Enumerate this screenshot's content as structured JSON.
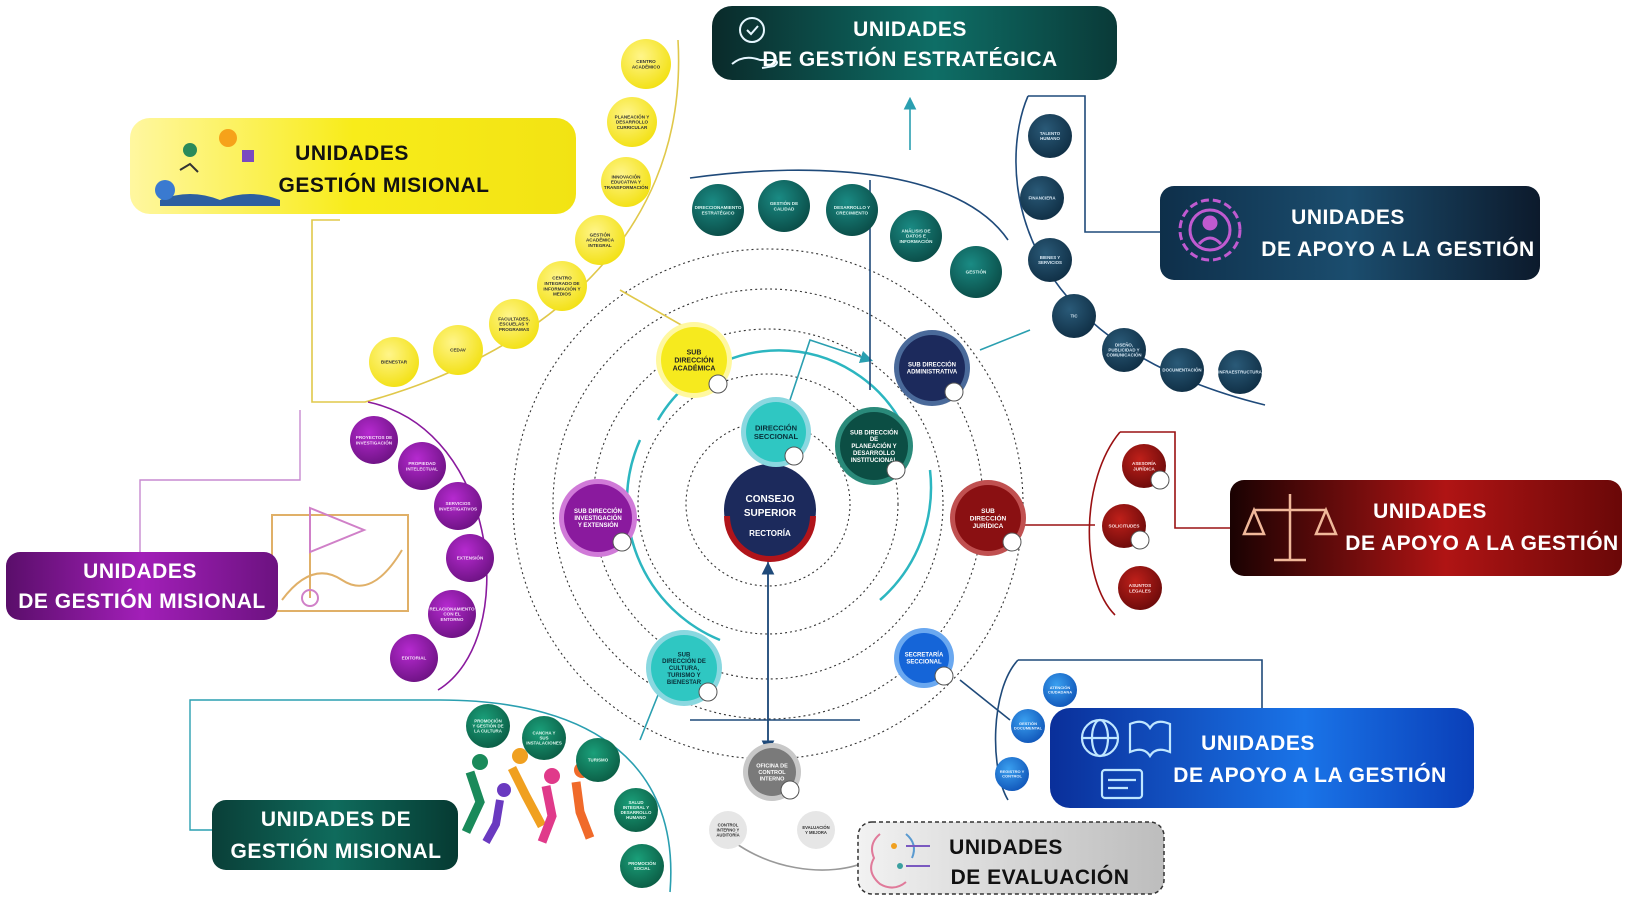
{
  "colors": {
    "yellow": "#f2e313",
    "purple": "#8a1a9e",
    "green_dark": "#0c5a4e",
    "teal": "#2fc7c2",
    "navy": "#1c2a5c",
    "red": "#9a1012",
    "blue": "#1565d8",
    "gray": "#7a7a7a",
    "gold_line": "#e0c84a"
  },
  "banners": {
    "estrategica": {
      "line1": "UNIDADES",
      "line2": "DE GESTIÓN ESTRATÉGICA",
      "icon": "lightbulb-hand-icon"
    },
    "misional_yellow": {
      "line1": "UNIDADES",
      "line2": "GESTIÓN MISIONAL",
      "icon": "book-ideas-icon"
    },
    "apoyo_navy": {
      "line1": "UNIDADES",
      "line2": "DE APOYO A LA GESTIÓN",
      "icon": "gear-person-icon"
    },
    "apoyo_red": {
      "line1": "UNIDADES",
      "line2": "DE APOYO A LA GESTIÓN",
      "icon": "scales-icon"
    },
    "apoyo_blue": {
      "line1": "UNIDADES",
      "line2": "DE APOYO A LA GESTIÓN",
      "icon": "globe-book-icon"
    },
    "misional_purple": {
      "line1": "UNIDADES",
      "line2": "DE GESTIÓN MISIONAL",
      "icon": "map-flag-icon"
    },
    "misional_green": {
      "line1": "UNIDADES DE",
      "line2": "GESTIÓN MISIONAL",
      "icon": "athletes-icon"
    },
    "evaluacion": {
      "line1": "UNIDADES",
      "line2": "DE EVALUACIÓN",
      "icon": "brain-circuit-icon"
    }
  },
  "center": {
    "line1": "CONSEJO",
    "line2": "SUPERIOR",
    "line3": "RECTORÍA"
  },
  "hubs": {
    "direccion_seccional": [
      "DIRECCIÓN",
      "SECCIONAL"
    ],
    "sub_academica": [
      "SUB",
      "DIRECCIÓN",
      "ACADÉMICA"
    ],
    "sub_administrativa": [
      "SUB DIRECCIÓN",
      "ADMINISTRATIVA"
    ],
    "sub_planeacion": [
      "SUB DIRECCIÓN",
      "DE",
      "PLANEACIÓN Y",
      "DESARROLLO",
      "INSTITUCIONAL"
    ],
    "sub_juridica": [
      "SUB",
      "DIRECCIÓN",
      "JURÍDICA"
    ],
    "sub_investigacion": [
      "SUB DIRECCIÓN",
      "INVESTIGACIÓN",
      "Y EXTENSIÓN"
    ],
    "sub_cultura": [
      "SUB",
      "DIRECCIÓN DE",
      "CULTURA,",
      "TURISMO Y",
      "BIENESTAR"
    ],
    "secretaria": [
      "SECRETARÍA",
      "SECCIONAL"
    ],
    "control_interno": [
      "OFICINA DE",
      "CONTROL",
      "INTERNO"
    ]
  },
  "yellow_units": [
    [
      "CENTRO",
      "ACADÉMICO"
    ],
    [
      "PLANEACIÓN Y",
      "DESARROLLO",
      "CURRICULAR"
    ],
    [
      "INNOVACIÓN",
      "EDUCATIVA Y",
      "TRANSFORMACIÓN"
    ],
    [
      "GESTIÓN",
      "ACADÉMICA",
      "INTEGRAL"
    ],
    [
      "CENTRO",
      "INTEGRADO DE",
      "INFORMACIÓN Y",
      "MEDIOS"
    ],
    [
      "FACULTADES,",
      "ESCUELAS Y",
      "PROGRAMAS"
    ],
    [
      "CEDAV"
    ],
    [
      "BIENESTAR"
    ]
  ],
  "strategic_units": [
    [
      "DIRECCIONAMIENTO",
      "ESTRATÉGICO"
    ],
    [
      "GESTIÓN DE",
      "CALIDAD"
    ],
    [
      "DESARROLLO Y",
      "CRECIMIENTO"
    ],
    [
      "ANÁLISIS DE",
      "DATOS E",
      "INFORMACIÓN"
    ],
    [
      "GESTIÓN"
    ]
  ],
  "admin_units": [
    [
      "TALENTO",
      "HUMANO"
    ],
    [
      "FINANCIERA"
    ],
    [
      "BIENES Y",
      "SERVICIOS"
    ],
    [
      "TIC"
    ],
    [
      "DISEÑO,",
      "PUBLICIDAD Y",
      "COMUNICACIÓN"
    ],
    [
      "DOCUMENTACIÓN"
    ],
    [
      "INFRAESTRUCTURA"
    ]
  ],
  "legal_units": [
    [
      "ASESORÍA",
      "JURÍDICA"
    ],
    [
      "SOLICITUDES"
    ],
    [
      "ASUNTOS",
      "LEGALES"
    ]
  ],
  "purple_units": [
    [
      "PROYECTOS DE",
      "INVESTIGACIÓN"
    ],
    [
      "PROPIEDAD",
      "INTELECTUAL"
    ],
    [
      "SERVICIOS",
      "INVESTIGATIVOS"
    ],
    [
      "EXTENSIÓN"
    ],
    [
      "RELACIONAMIENTO",
      "CON EL",
      "ENTORNO"
    ],
    [
      "EDITORIAL"
    ]
  ],
  "culture_units": [
    [
      "PROMOCIÓN",
      "Y GESTIÓN DE",
      "LA CULTURA"
    ],
    [
      "CANCHA Y",
      "SUS",
      "INSTALACIONES"
    ],
    [
      "TURISMO"
    ],
    [
      "SALUD",
      "INTEGRAL Y",
      "DESARROLLO",
      "HUMANO"
    ],
    [
      "PROMOCIÓN",
      "SOCIAL"
    ]
  ],
  "secretary_units": [
    [
      "ATENCIÓN",
      "CIUDADANA"
    ],
    [
      "GESTIÓN",
      "DOCUMENTAL"
    ],
    [
      "REGISTRO Y",
      "CONTROL"
    ]
  ],
  "evaluation_units": [
    [
      "CONTROL",
      "INTERNO Y",
      "AUDITORÍA"
    ],
    [
      "EVALUACIÓN",
      "Y MEJORA"
    ]
  ]
}
